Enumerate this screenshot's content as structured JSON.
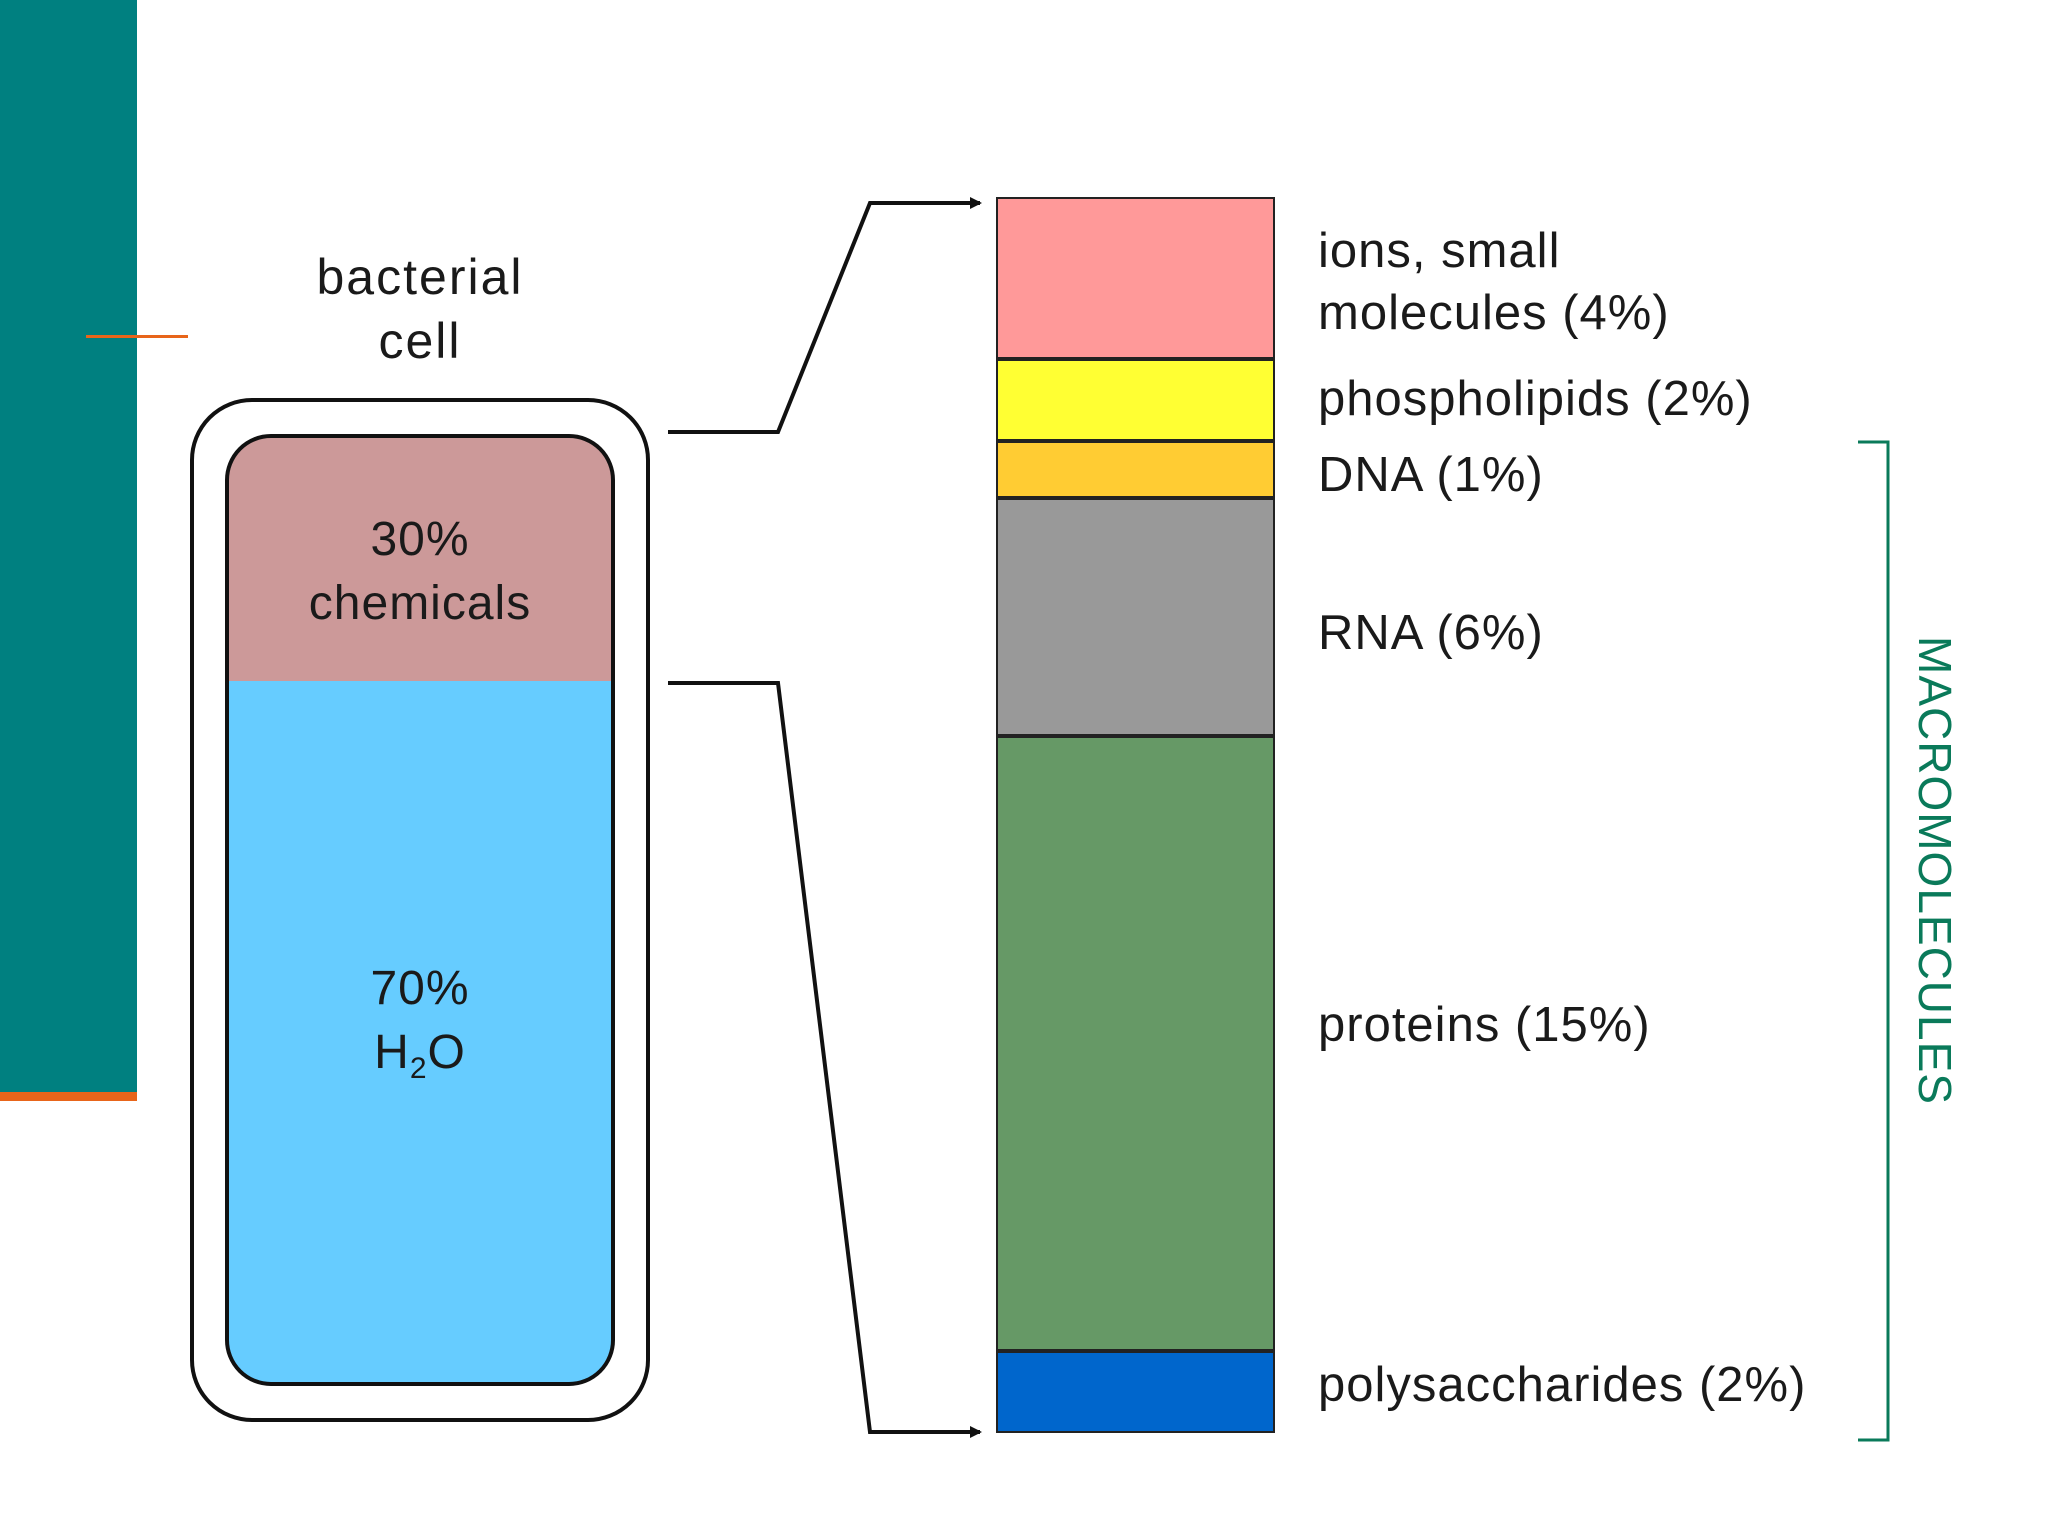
{
  "cell": {
    "label_line1": "bacterial",
    "label_line2": "cell",
    "chemicals_pct": "30%",
    "chemicals_text": "chemicals",
    "water_pct": "70%",
    "water_formula_h": "H",
    "water_formula_sub": "2",
    "water_formula_o": "O"
  },
  "components": [
    {
      "line1": "ions, small",
      "line2": "molecules (4%)",
      "color": "#ff9999"
    },
    {
      "line1": "phospholipids (2%)",
      "color": "#ffff33"
    },
    {
      "line1": "DNA (1%)",
      "color": "#ffcc33"
    },
    {
      "line1": "RNA (6%)",
      "color": "#999999"
    },
    {
      "line1": "proteins (15%)",
      "color": "#669966"
    },
    {
      "line1": "polysaccharides (2%)",
      "color": "#0066cc"
    }
  ],
  "bracket_label": "MACROMOLECULES",
  "colors": {
    "chemicals": "#cc9999",
    "water": "#66ccff",
    "teal": "#008080",
    "accent": "#e8651a",
    "bracket": "#0a7a5a"
  }
}
